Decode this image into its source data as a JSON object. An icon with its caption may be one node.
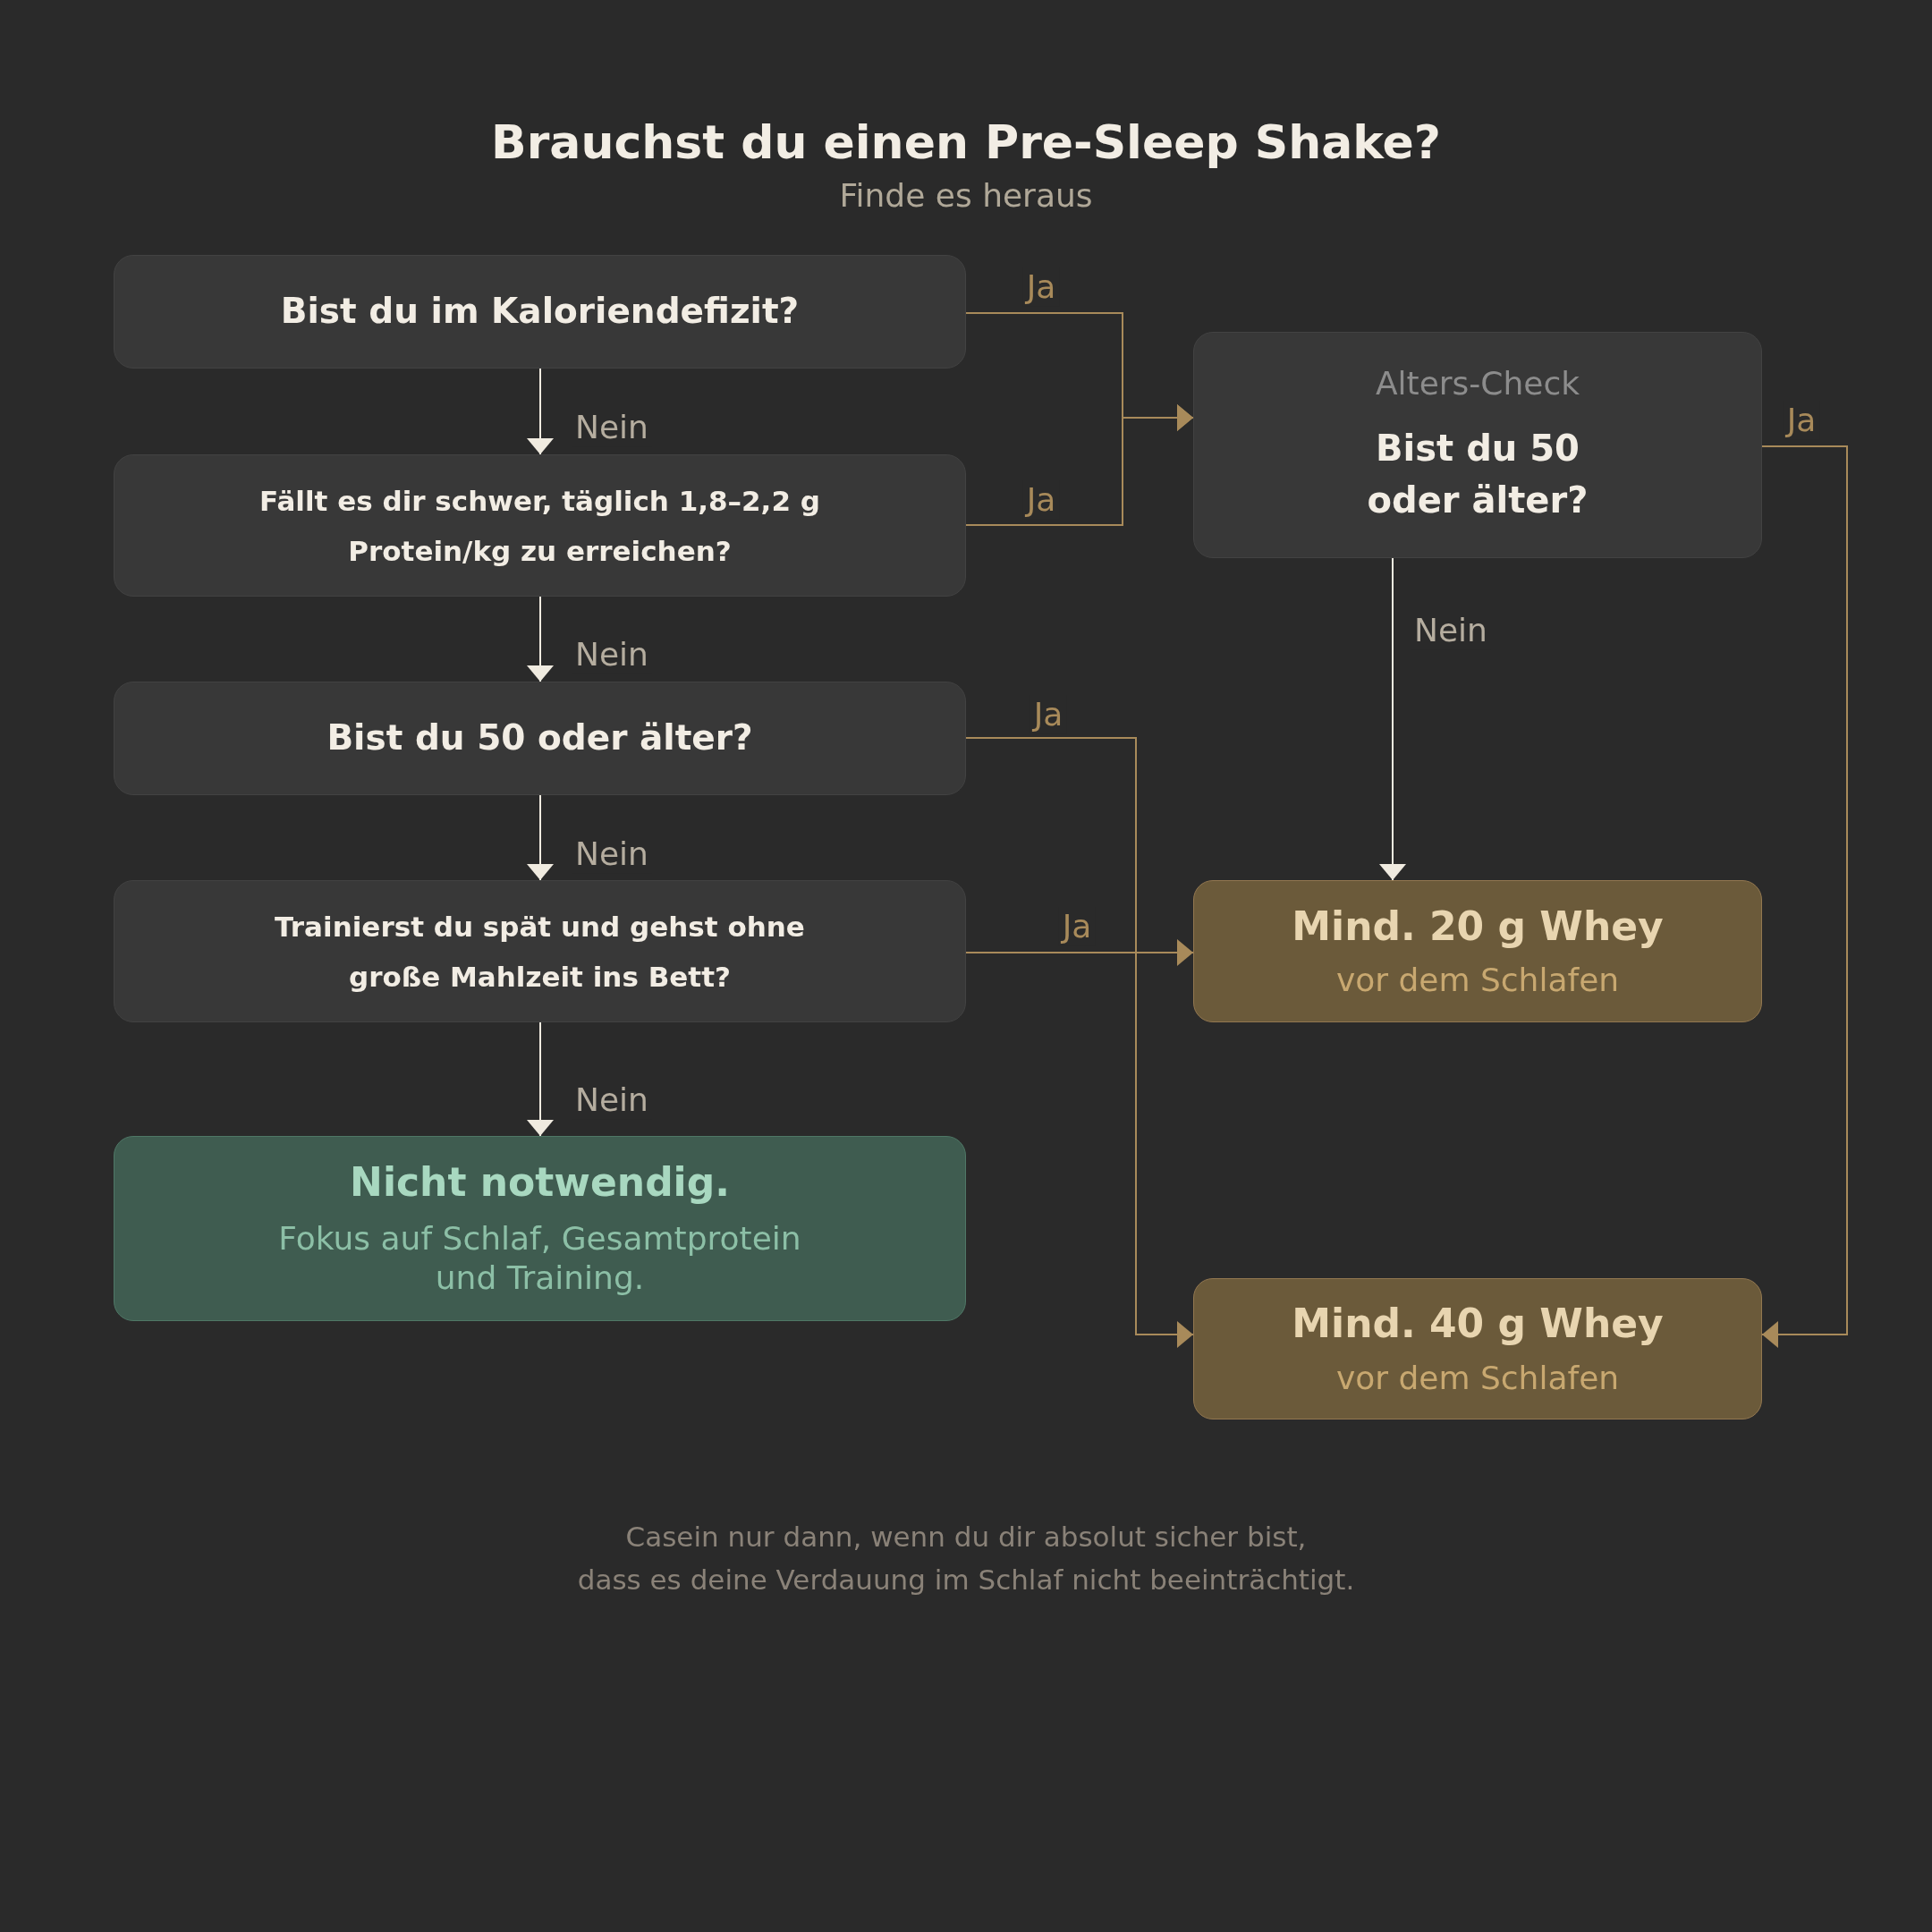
{
  "diagram": {
    "title": "Brauchst du einen Pre-Sleep Shake?",
    "nodes": [
      {
        "text": [
          "Bist du im Kaloriendefizit?"
        ]
      },
      {
        "text": [
          "Fällt es dir schwer, täglich 1,8–2,2 g Protein/kg zu erreichen?"
        ]
      },
      {
        "text": [
          "Bist du 50 oder älter?"
        ]
      },
      {
        "text": [
          "Trainierst du spät und gehst ohne große Mahlzeit ins Bett?"
        ]
      },
      {
        "text": [
          "Nicht notwendig.",
          "Fokus auf Schlaf, Gesamtprotein und Training."
        ]
      },
      {
        "text": [
          "Alters-Check",
          "Bist du 50 oder älter?"
        ]
      },
      {
        "text": [
          "Mind. 20 g Whey",
          "vor dem Schlafen"
        ]
      },
      {
        "text": [
          "Mind. 40 g Whey",
          "vor dem Schlafen"
        ]
      }
    ],
    "edges": [
      {
        "from": 0,
        "to": 1,
        "arrow": "to",
        "label": "Nein"
      },
      {
        "from": 1,
        "to": 2,
        "arrow": "to",
        "label": "Nein"
      },
      {
        "from": 2,
        "to": 3,
        "arrow": "to",
        "label": "Nein"
      },
      {
        "from": 3,
        "to": 4,
        "arrow": "to",
        "label": "Nein"
      },
      {
        "from": 0,
        "to": 5,
        "arrow": "to",
        "label": "Ja",
        "color": "#a88a5a"
      },
      {
        "from": 1,
        "to": 5,
        "arrow": "to",
        "label": "Ja",
        "color": "#a88a5a"
      },
      {
        "from": 5,
        "to": 6,
        "arrow": "to",
        "label": "Nein"
      },
      {
        "from": 5,
        "to": 7,
        "arrow": "to",
        "label": "Ja",
        "color": "#a88a5a"
      },
      {
        "from": 2,
        "to": 7,
        "arrow": "to",
        "label": "Ja",
        "color": "#a88a5a"
      },
      {
        "from": 3,
        "to": 6,
        "arrow": "to",
        "label": "Ja",
        "color": "#a88a5a"
      }
    ],
    "labels": [
      "Finde es heraus",
      "Casein nur dann, wenn du dir absolut sicher bist,",
      "dass es deine Verdauung im Schlaf nicht beeinträchtigt."
    ]
  }
}
